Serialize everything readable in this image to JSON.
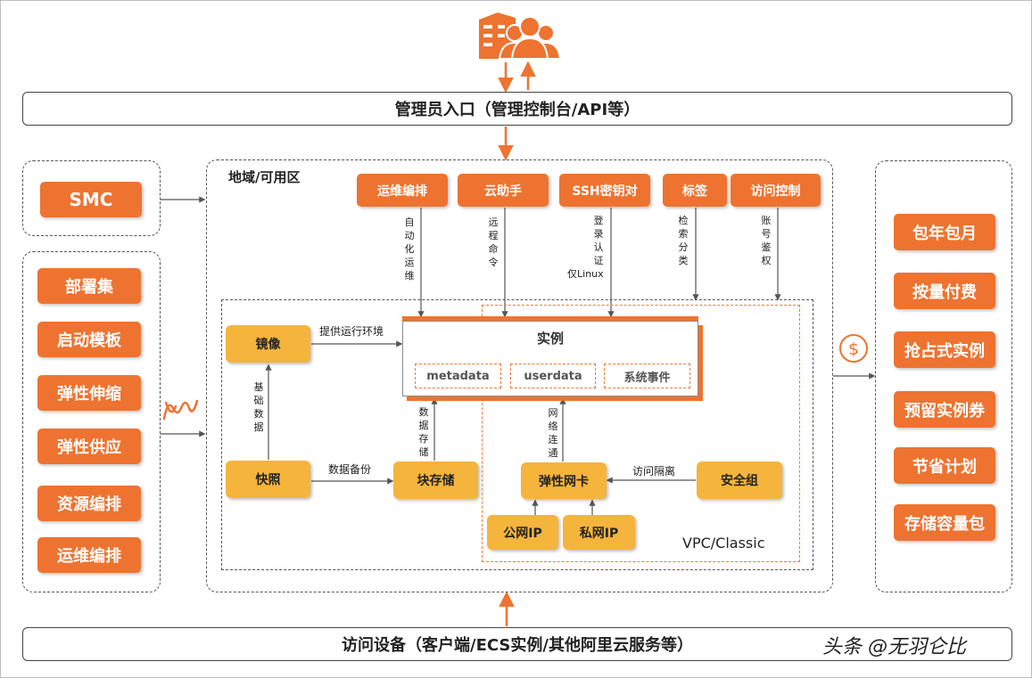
{
  "top_bar": "管理员入口（管理控制台/API等）",
  "bottom_bar": "访问设备（客户端/ECS实例/其他阿里云服务等）",
  "left_top_button": "SMC",
  "left_items": [
    "部署集",
    "启动模板",
    "弹性伸缩",
    "弹性供应",
    "资源编排",
    "运维编排"
  ],
  "region_title": "地域/可用区",
  "service_buttons": [
    "运维编排",
    "云助手",
    "SSH密钥对",
    "标签",
    "访问控制"
  ],
  "service_labels": [
    "自动化运维",
    "远程命令",
    "登录认证",
    "检索分类",
    "账号鉴权"
  ],
  "service_extra_label": "仅Linux",
  "instance": {
    "title": "实例",
    "parts": [
      "metadata",
      "userdata",
      "系统事件"
    ]
  },
  "components": {
    "image": "镜像",
    "snapshot": "快照",
    "block_storage": "块存储",
    "eni": "弹性网卡",
    "security_group": "安全组",
    "public_ip": "公网IP",
    "private_ip": "私网IP"
  },
  "edge_labels": {
    "image_to_instance": "提供运行环境",
    "snapshot_to_image": "基础数据",
    "snapshot_to_storage": "数据备份",
    "storage_to_instance": "数据存储",
    "eni_to_instance": "网络连通",
    "sg_to_eni": "访问隔离"
  },
  "vpc_label": "VPC/Classic",
  "billing_items": [
    "包年包月",
    "按量付费",
    "抢占式实例",
    "预留实例券",
    "节省计划",
    "存储容量包"
  ],
  "watermark": "头条 @无羽仑比",
  "colors": {
    "orange": "#ee7330",
    "yellow": "#f5b43c",
    "border": "#444444"
  }
}
